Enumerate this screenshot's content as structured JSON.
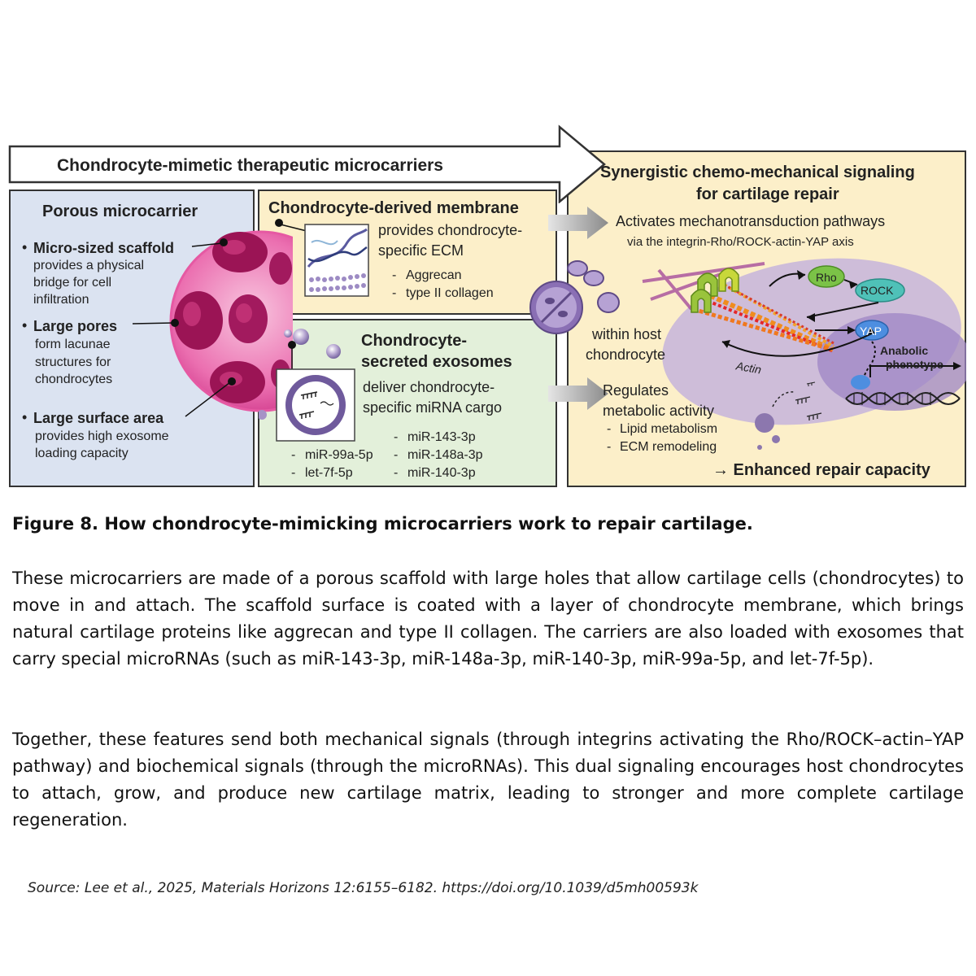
{
  "banner": {
    "title": "Chondrocyte-mimetic therapeutic microcarriers"
  },
  "panel_porous": {
    "title": "Porous microcarrier",
    "items": [
      {
        "heading": "Micro-sized scaffold",
        "lines": [
          "provides a physical",
          "bridge for cell",
          "infiltration"
        ]
      },
      {
        "heading": "Large pores",
        "lines": [
          "form lacunae",
          "structures for",
          "chondrocytes"
        ]
      },
      {
        "heading": "Large surface area",
        "lines": [
          "provides high exosome",
          "loading capacity"
        ]
      }
    ]
  },
  "panel_membrane": {
    "title": "Chondrocyte-derived membrane",
    "desc": [
      "provides chondrocyte-",
      "specific ECM"
    ],
    "list": [
      "Aggrecan",
      "type II collagen"
    ]
  },
  "panel_exosome": {
    "title": [
      "Chondrocyte-",
      "secreted exosomes"
    ],
    "desc": [
      "deliver chondrocyte-",
      "specific miRNA cargo"
    ],
    "mirna_left": [
      "miR-99a-5p",
      "let-7f-5p"
    ],
    "mirna_right": [
      "miR-143-3p",
      "miR-148a-3p",
      "miR-140-3p"
    ]
  },
  "panel_signal": {
    "title": [
      "Synergistic chemo-mechanical signaling",
      "for cartilage repair"
    ],
    "mech_line1": "Activates mechanotransduction pathways",
    "mech_line2": "via the integrin-Rho/ROCK-actin-YAP axis",
    "host": [
      "within host",
      "chondrocyte"
    ],
    "labels": {
      "rho": "Rho",
      "rock": "ROCK",
      "yap": "YAP",
      "actin": "Actin",
      "anabolic": [
        "Anabolic",
        "phenotype"
      ]
    },
    "metab_title": [
      "Regulates",
      "metabolic activity"
    ],
    "metab_list": [
      "Lipid metabolism",
      "ECM remodeling"
    ],
    "result": "→ Enhanced repair capacity"
  },
  "figure": {
    "caption": "Figure 8. How chondrocyte-mimicking microcarriers work to repair cartilage.",
    "para1": "These microcarriers are made of a porous scaffold with large holes that allow cartilage cells (chondrocytes) to move in and attach. The scaffold surface is coated with a layer of chondrocyte membrane, which brings natural cartilage proteins like aggrecan and type II collagen. The carriers are also loaded with exosomes that carry special microRNAs (such as miR-143-3p, miR-148a-3p, miR-140-3p, miR-99a-5p, and let-7f-5p).",
    "para2": "Together, these features send both mechanical signals (through integrins activating the Rho/ROCK–actin–YAP pathway) and biochemical signals (through the microRNAs). This dual signaling encourages host chondrocytes to attach, grow, and produce new cartilage matrix, leading to stronger and more complete cartilage regeneration.",
    "source": "Source: Lee et al., 2025, Materials Horizons 12:6155–6182. https://doi.org/10.1039/d5mh00593k"
  },
  "colors": {
    "porous_bg": "#dbe3f1",
    "membrane_bg": "#fcefc9",
    "exosome_bg": "#e3f0da",
    "signal_bg": "#fcefc9",
    "scaffold_pink": "#e64aa0",
    "pore_dark": "#9b1455",
    "cell_purple": "#c9b7da"
  }
}
